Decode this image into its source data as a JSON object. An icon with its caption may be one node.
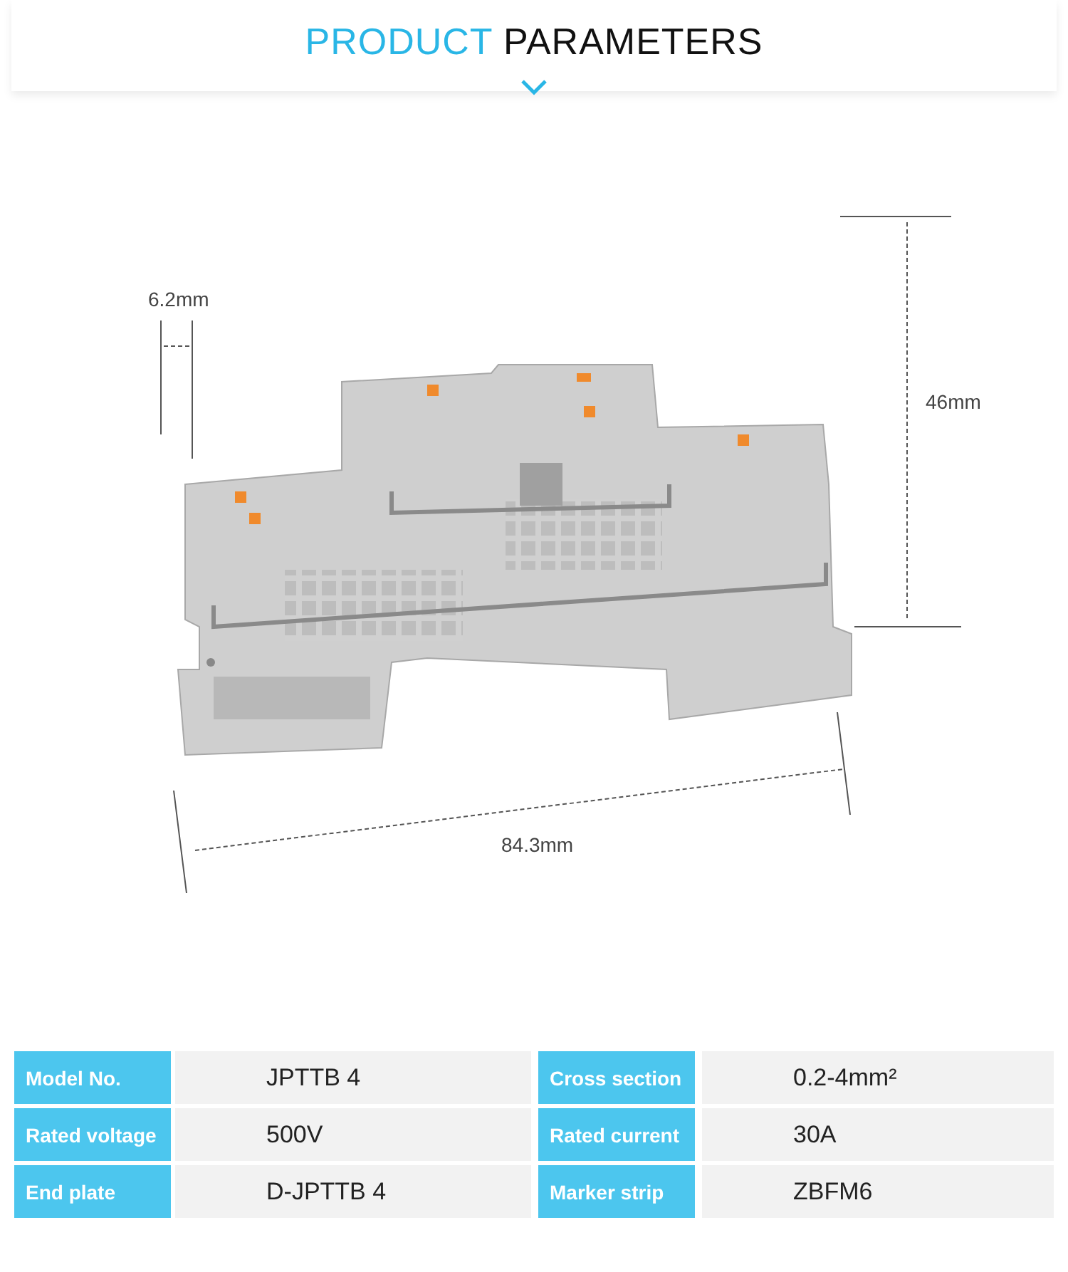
{
  "diagram": {
    "title": "PRODUCT PARAMETERS",
    "labels": [
      "6.2mm",
      "46mm",
      "84.3mm",
      "Model No.",
      "JPTTB 4",
      "Cross section",
      "0.2-4mm²",
      "Rated voltage",
      "500V",
      "Rated current",
      "30A",
      "End plate",
      "D-JPTTB 4",
      "Marker strip",
      "ZBFM6"
    ]
  }
}
